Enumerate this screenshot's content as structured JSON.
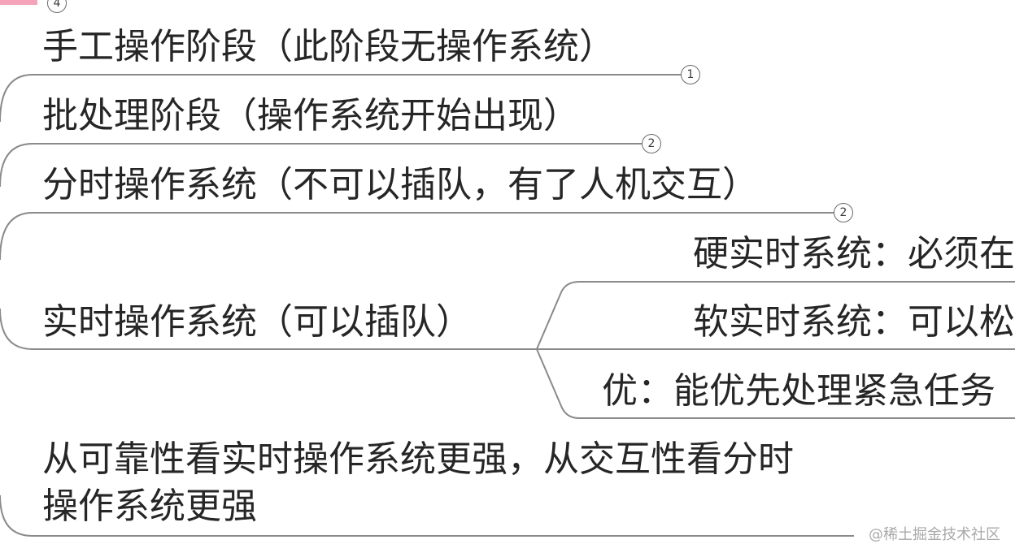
{
  "topics": {
    "t1": "手工操作阶段（此阶段无操作系统）",
    "t2": "批处理阶段（操作系统开始出现）",
    "t3": "分时操作系统（不可以插队，有了人机交互）",
    "t4": "实时操作系统（可以插队）",
    "t4a": "硬实时系统：必须在",
    "t4b": "软实时系统：可以松",
    "t4c": "优：能优先处理紧急任务",
    "t5": "从可靠性看实时操作系统更强，从交互性看分时操作系统更强"
  },
  "badges": {
    "top": "4",
    "b1": "1",
    "b2": "2",
    "b3": "2"
  },
  "watermark": "@稀土掘金技术社区",
  "colors": {
    "line": "#8a8a8a",
    "text": "#262626",
    "accent_pink": "#f4a3b8"
  }
}
